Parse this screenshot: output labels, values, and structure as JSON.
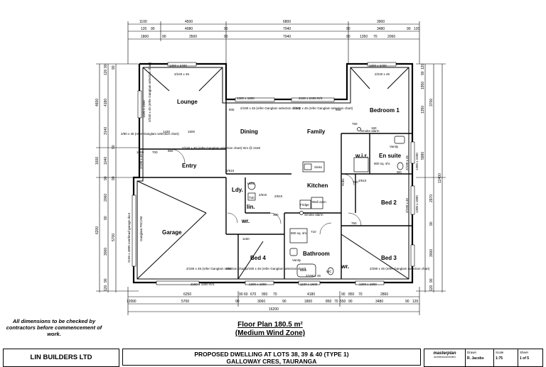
{
  "dims": {
    "top": {
      "row1": [
        "1100",
        "4500",
        "6800",
        "3900"
      ],
      "row2": [
        "120",
        "90",
        "4080",
        "90",
        "7040",
        "90",
        "3480",
        "90",
        "120"
      ],
      "row3": [
        "1800",
        "90",
        "3500",
        "90",
        "7040",
        "90",
        "1350",
        "70",
        "2060"
      ]
    },
    "bottom": {
      "row1": [
        "6250",
        "90",
        "60",
        "670",
        "950",
        "70",
        "4180",
        "90",
        "850",
        "70",
        "2860"
      ],
      "row2": [
        "120",
        "90",
        "5700",
        "90",
        "3060",
        "90",
        "1800",
        "850",
        "70",
        "550",
        "90",
        "3480",
        "90",
        "120"
      ],
      "row3": [
        "16200"
      ]
    },
    "left": {
      "row1": [
        "4600",
        "1600",
        "6200"
      ],
      "row2": [
        "90",
        "120",
        "4180",
        "3140",
        "1040",
        "90",
        "2060",
        "90",
        "3000",
        "90",
        "120"
      ],
      "row3": [
        "90",
        "90",
        "90",
        "5700"
      ]
    },
    "right": {
      "row1": [
        "120",
        "90",
        "1950",
        "1350",
        "5980",
        "12400"
      ],
      "row2": [
        "3700",
        "2970",
        "90",
        "3000",
        "90",
        "120"
      ]
    }
  },
  "rooms": {
    "lounge": "Lounge",
    "dining": "Dining",
    "family": "Family",
    "bedroom1": "Bedroom 1",
    "ensuite": "En suite",
    "wir1": "w.i.r.",
    "entry": "Entry",
    "kitchen": "Kitchen",
    "ldy": "Ldy.",
    "lin": "lin.",
    "garage": "Garage",
    "bed2": "Bed  2",
    "bed3": "Bed  3",
    "bed4": "Bed  4",
    "bathroom": "Bathroom",
    "wr_bed4": "wr.",
    "wr_bed3": "wr."
  },
  "labels": {
    "window_lounge": "1300 x 2400",
    "lintel_lounge": "2/240 x 45",
    "window_bed1": "1300 x 2400",
    "lintel_bed1": "2/240 x 45",
    "lounge_side_window": "1500 x 2400",
    "lounge_side_lintel": "2/240 x 45 (refer Ganglam selection chart)",
    "lounge_1430": "1430",
    "lounge_1500": "1500",
    "lounge_ext_lintel": "2/90 x 45 (refer Ganglam selection chart)",
    "dining_window": "1300 x 1800",
    "dining_lintel": "2/190 x 45 (refer Ganglam selection chart)",
    "family_window": "2150 x 2400 R/S",
    "family_lintel": "2/240 x 45 (refer Ganglam selection chart)",
    "d905a": "905",
    "d905b": "905",
    "entry_lintel": "2/240 x 45 (refer Ganglam selection chart) trim @ 2150",
    "d700": "700",
    "d860": "860",
    "d1000": "1000",
    "entry_door_lintel": "2/190 x 45",
    "d2610a": "2/610",
    "sinks": "Sinks",
    "hobs": "Hobs",
    "wall_oven": "Wall oven",
    "fridge": "Fridge",
    "smoke1": "Smoke alarm",
    "smoke2": "Smoke alarm",
    "d760a": "760",
    "d760b": "760",
    "d760c": "760",
    "d150": "150",
    "vanity1": "Vanity",
    "shr1": "900 sq. shr.",
    "wc1": "WC",
    "hwc": "HWC",
    "tub": "Tub",
    "d2610b": "2/610",
    "d2610c": "2/610",
    "d2610d": "2/610",
    "d300": "300",
    "d1150": "1150",
    "garage_door": "2150 x 4800 overhead garage door",
    "garage_lintel": "Ganglam F8COM",
    "bed4_lintel": "2/190 x 45 (refer Ganglam selection chart)",
    "bed4_window": "2150 x 1800 R/S",
    "bed4_lintel2": "2/190 x 45 (refer Ganglam selection chart)",
    "bed4_window2": "1300 x 1800",
    "d650": "650",
    "d710": "710",
    "shr2": "900 sq. shr.",
    "vanity2": "Vanity",
    "bath": "Bath",
    "bath_lintel": "2/190 x 45",
    "wc2": "WC",
    "bath_window": "1100 x 1600",
    "bed3_lintel": "2/290 x 45 (refer Ganglam selection chart)",
    "bed3_window": "1300 x 1800",
    "bed2_side": "2/190 x 45",
    "bed2_window": "1300 x 1800",
    "ensuite_side": "2/190 x 45",
    "ensuite_window": "1300 x 2400"
  },
  "notes": {
    "dimensions": "All dimensions to be checked by contractors before commencement of work."
  },
  "floor_plan": {
    "title": "Floor Plan  180.5 m²",
    "subtitle": "(Medium Wind Zone)"
  },
  "title_block": {
    "builder": "LIN BUILDERS LTD",
    "project_line1": "PROPOSED DWELLING AT LOTS 38, 39 & 40 (TYPE 1)",
    "project_line2": "GALLOWAY CRES, TAURANGA",
    "logo": "masterplan",
    "logo_sub": "architectural limited",
    "drawn_label": "Drawn",
    "drawn_value": "R. Jacobs",
    "scale_label": "Scale",
    "scale_value": "1:75",
    "sheet_label": "Sheet",
    "sheet_value": "1 of 5"
  }
}
